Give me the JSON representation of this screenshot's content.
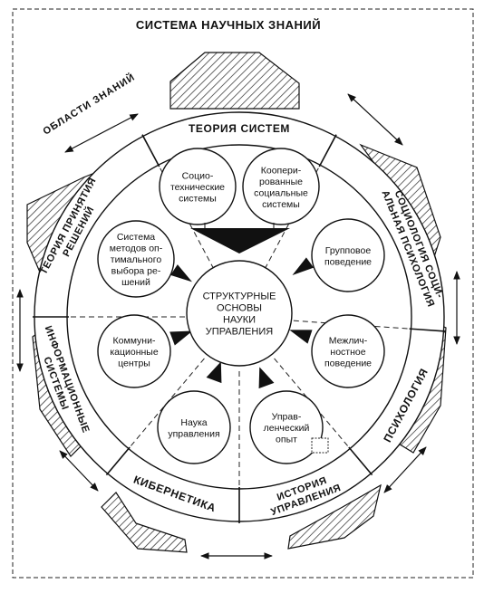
{
  "title": "СИСТЕМА НАУЧНЫХ ЗНАНИЙ",
  "outer_label": "ОБЛАСТИ ЗНАНИЙ",
  "center": {
    "lines": [
      "СТРУКТУРНЫЕ",
      "ОСНОВЫ",
      "НАУКИ",
      "УПРАВЛЕНИЯ"
    ]
  },
  "segments": [
    {
      "key": "systems_theory",
      "label": "ТЕОРИЯ  СИСТЕМ"
    },
    {
      "key": "sociology",
      "label": "СОЦИОЛОГИЯ  СОЦИ-|АЛЬНАЯ ПСИХОЛОГИЯ"
    },
    {
      "key": "psychology",
      "label": "ПСИХОЛОГИЯ"
    },
    {
      "key": "history",
      "label": "ИСТОРИЯ|УПРАВЛЕНИЯ"
    },
    {
      "key": "cybernetics",
      "label": "КИБЕРНЕТИКА"
    },
    {
      "key": "info_systems",
      "label": "ИНФОРМАЦИОННЫЕ|СИСТЕМЫ"
    },
    {
      "key": "decision_theory",
      "label": "ТЕОРИЯ ПРИНЯТИЯ|РЕШЕНИЙ"
    }
  ],
  "circles": [
    {
      "key": "socio_tech",
      "lines": [
        "Социо-",
        "технические",
        "системы"
      ]
    },
    {
      "key": "coop_social",
      "lines": [
        "Коопери-",
        "рованные",
        "социальные",
        "системы"
      ]
    },
    {
      "key": "group",
      "lines": [
        "Групповое",
        "поведение"
      ]
    },
    {
      "key": "interpersonal",
      "lines": [
        "Межлич-",
        "ностное",
        "поведение"
      ]
    },
    {
      "key": "mgmt_exp",
      "lines": [
        "Управ-",
        "ленческий",
        "опыт"
      ]
    },
    {
      "key": "mgmt_science",
      "lines": [
        "Наука",
        "управления"
      ]
    },
    {
      "key": "comm_centers",
      "lines": [
        "Коммуни-",
        "кационные",
        "центры"
      ]
    },
    {
      "key": "optimal_choice",
      "lines": [
        "Система",
        "методов оп-",
        "тимального",
        "выбора ре-",
        "шений"
      ]
    }
  ]
}
